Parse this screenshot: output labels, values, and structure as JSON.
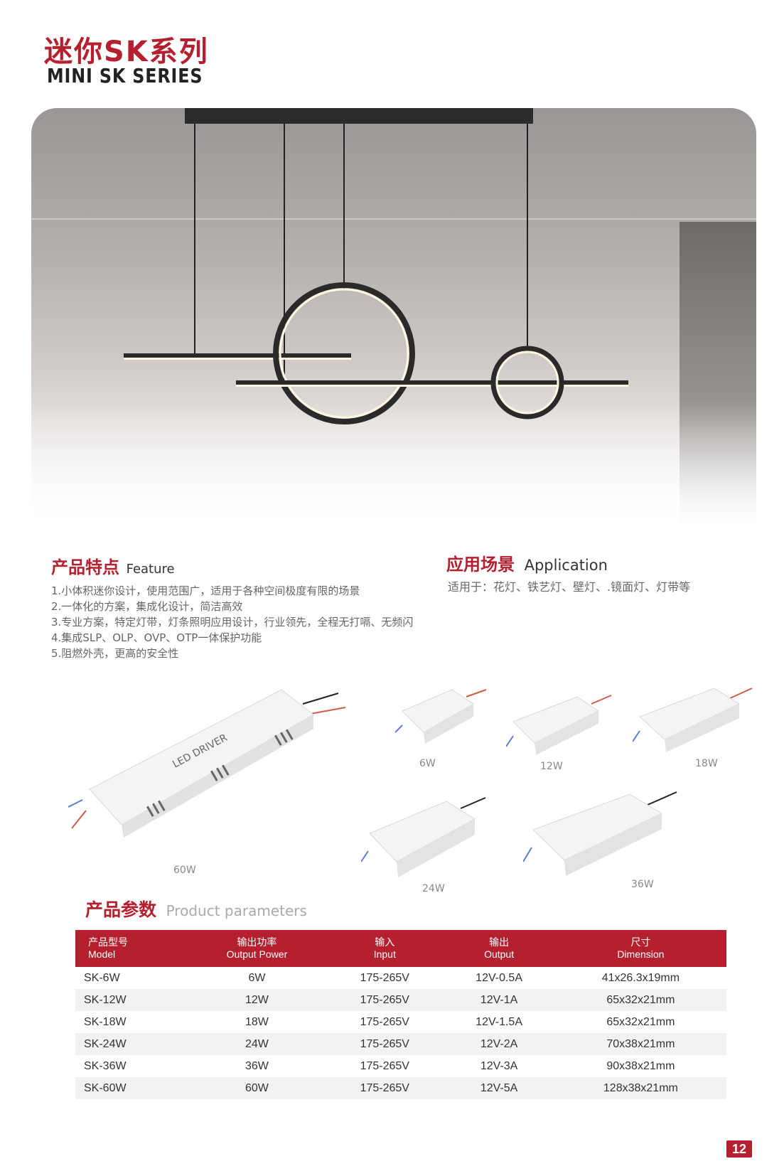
{
  "header": {
    "title_cn": "迷你SK系列",
    "title_en": "MINI SK SERIES"
  },
  "feature": {
    "heading_cn": "产品特点",
    "heading_en": "Feature",
    "items": [
      "1.小体积迷你设计，使用范围广，适用于各种空间极度有限的场景",
      "2.一体化的方案，集成化设计，简洁高效",
      "3.专业方案，特定灯带，灯条照明应用设计，行业领先，全程无打嗝、无频闪",
      "4.集成SLP、OLP、OVP、OTP一体保护功能",
      "5.阻燃外壳，更高的安全性"
    ]
  },
  "application": {
    "heading_cn": "应用场景",
    "heading_en": "Application",
    "text": "适用于：花灯、铁艺灯、壁灯、.镜面灯、灯带等"
  },
  "products": {
    "p6": "6W",
    "p12": "12W",
    "p18": "18W",
    "p60": "60W",
    "p24": "24W",
    "p36": "36W",
    "driver_print": "LED DRIVER"
  },
  "params": {
    "heading_cn": "产品参数",
    "heading_en": "Product parameters",
    "columns": [
      {
        "cn": "产品型号",
        "en": "Model"
      },
      {
        "cn": "输出功率",
        "en": "Output Power"
      },
      {
        "cn": "输入",
        "en": "Input"
      },
      {
        "cn": "输出",
        "en": "Output"
      },
      {
        "cn": "尺寸",
        "en": "Dimension"
      }
    ],
    "rows": [
      [
        "SK-6W",
        "6W",
        "175-265V",
        "12V-0.5A",
        "41x26.3x19mm"
      ],
      [
        "SK-12W",
        "12W",
        "175-265V",
        "12V-1A",
        "65x32x21mm"
      ],
      [
        "SK-18W",
        "18W",
        "175-265V",
        "12V-1.5A",
        "65x32x21mm"
      ],
      [
        "SK-24W",
        "24W",
        "175-265V",
        "12V-2A",
        "70x38x21mm"
      ],
      [
        "SK-36W",
        "36W",
        "175-265V",
        "12V-3A",
        "90x38x21mm"
      ],
      [
        "SK-60W",
        "60W",
        "175-265V",
        "12V-5A",
        "128x38x21mm"
      ]
    ]
  },
  "page_number": "12",
  "colors": {
    "brand_red": "#b5202e"
  }
}
